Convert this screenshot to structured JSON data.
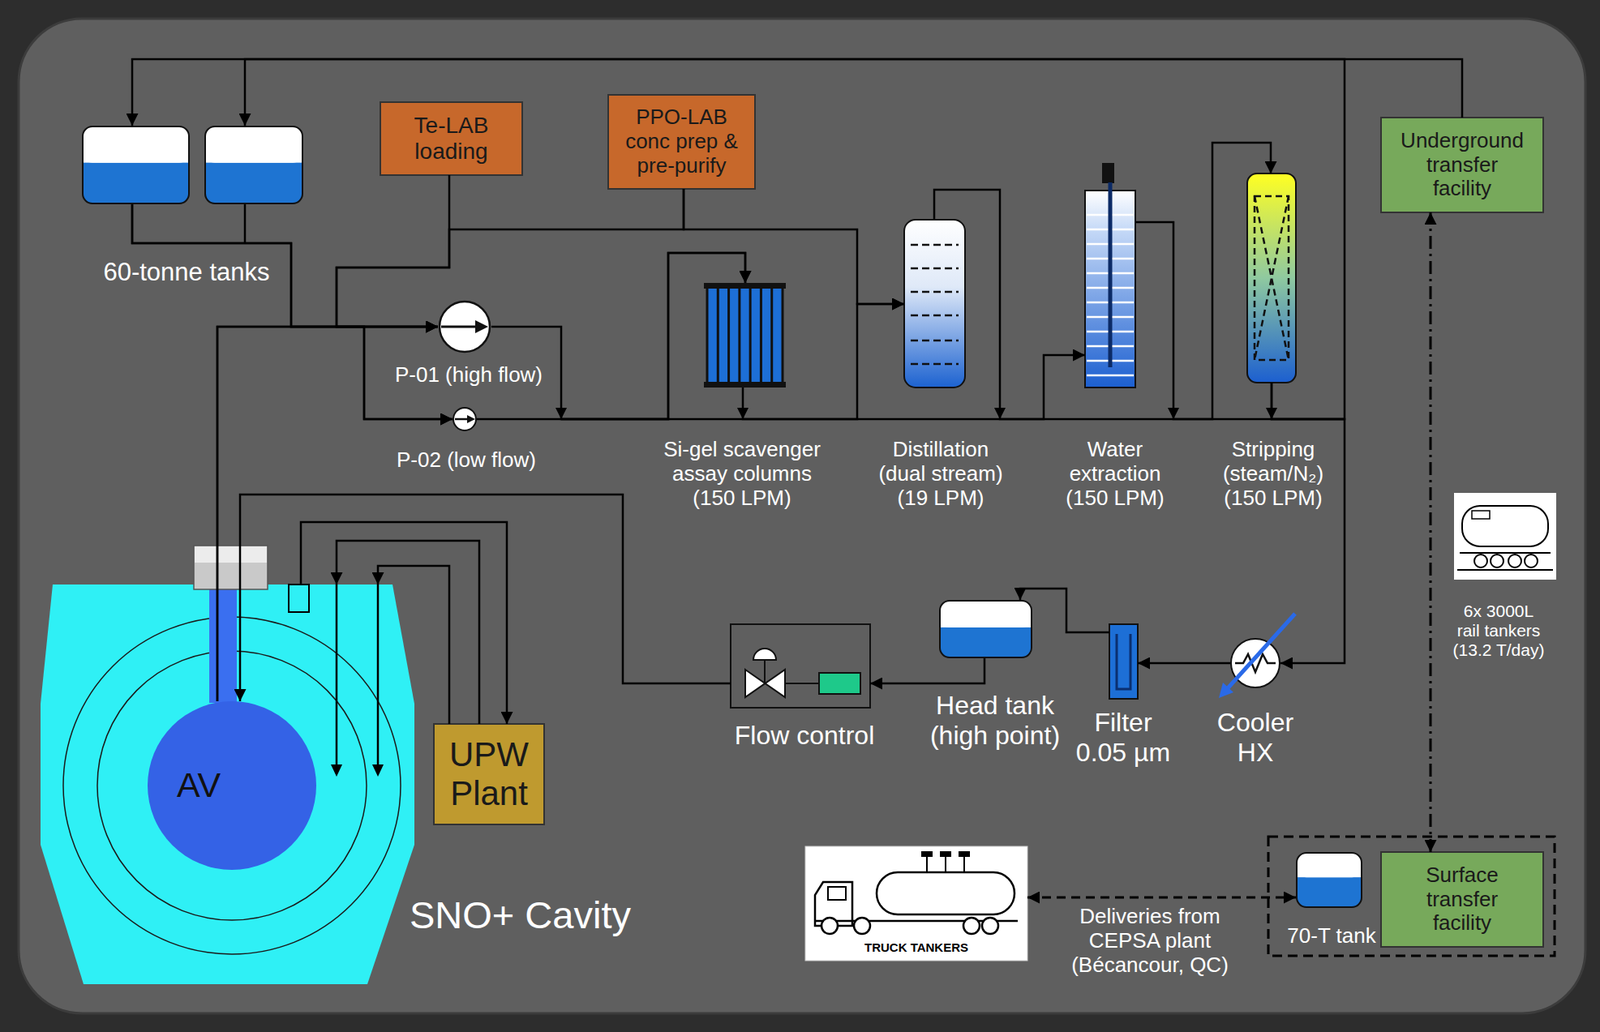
{
  "diagram": {
    "nodes": [
      {
        "text": [
          "60-tonne tanks"
        ]
      },
      {
        "text": [
          "Te-LAB loading"
        ]
      },
      {
        "text": [
          "PPO-LAB conc prep & pre-purify"
        ]
      },
      {
        "text": [
          "Underground transfer facility"
        ]
      },
      {
        "text": [
          "P-01 (high flow)"
        ]
      },
      {
        "text": [
          "P-02 (low flow)"
        ]
      },
      {
        "text": [
          "Si-gel scavenger assay columns (150 LPM)"
        ]
      },
      {
        "text": [
          "Distillation (dual stream) (19 LPM)"
        ]
      },
      {
        "text": [
          "Water extraction (150 LPM)"
        ]
      },
      {
        "text": [
          "Stripping (steam/N₂) (150 LPM)"
        ]
      },
      {
        "text": [
          "SNO+ Cavity"
        ]
      },
      {
        "text": [
          "AV"
        ],
        "in": 10
      },
      {
        "text": [
          "UPW Plant"
        ]
      },
      {
        "text": [
          "Flow control"
        ]
      },
      {
        "text": [
          "Head tank (high point)"
        ]
      },
      {
        "text": [
          "Filter",
          "0.05 µm"
        ]
      },
      {
        "text": [
          "Cooler HX"
        ]
      },
      {
        "text": [
          "TRUCK TANKERS"
        ]
      },
      {
        "text": [
          "70-T tank"
        ]
      },
      {
        "text": [
          "Surface transfer facility"
        ]
      }
    ],
    "edges": [
      {
        "from": 3,
        "to": 0,
        "arrow": "to"
      },
      {
        "from": 0,
        "to": 4,
        "arrow": "to"
      },
      {
        "from": 0,
        "to": 5,
        "arrow": "to"
      },
      {
        "from": 1,
        "to": 4,
        "arrow": "to"
      },
      {
        "from": 2,
        "to": 4,
        "arrow": "to"
      },
      {
        "from": 2,
        "to": 7,
        "arrow": "to"
      },
      {
        "from": 11,
        "to": 4,
        "arrow": "to"
      },
      {
        "from": 11,
        "to": 5,
        "arrow": "to"
      },
      {
        "from": 4,
        "to": 6,
        "arrow": "to"
      },
      {
        "from": 5,
        "to": 6,
        "arrow": "to"
      },
      {
        "from": 6,
        "to": 7,
        "arrow": "to"
      },
      {
        "from": 7,
        "to": 8,
        "arrow": "to"
      },
      {
        "from": 8,
        "to": 9,
        "arrow": "to"
      },
      {
        "from": 9,
        "to": 0,
        "arrow": "to"
      },
      {
        "from": 9,
        "to": 16,
        "arrow": "to"
      },
      {
        "from": 16,
        "to": 15,
        "arrow": "to"
      },
      {
        "from": 15,
        "to": 14,
        "arrow": "to"
      },
      {
        "from": 14,
        "to": 13,
        "arrow": "to"
      },
      {
        "from": 13,
        "to": 11,
        "arrow": "to"
      },
      {
        "from": 12,
        "to": 10,
        "arrow": "to"
      },
      {
        "from": 12,
        "to": 10,
        "arrow": "to"
      },
      {
        "from": 10,
        "to": 12,
        "arrow": "to"
      },
      {
        "from": 19,
        "to": 3,
        "arrow": "both",
        "label": "6x 3000L rail tankers (13.2 T/day)"
      },
      {
        "from": 17,
        "to": 18,
        "arrow": "both",
        "label": "Deliveries from CEPSA plant (Bécancour, QC)"
      }
    ]
  }
}
